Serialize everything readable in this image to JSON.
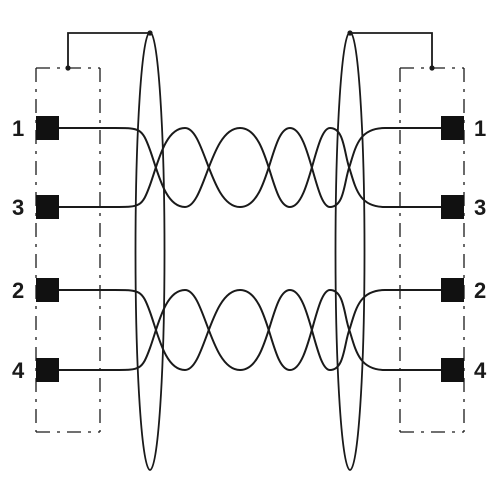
{
  "pins": {
    "left": [
      "1",
      "3",
      "2",
      "4"
    ],
    "right": [
      "1",
      "3",
      "2",
      "4"
    ]
  },
  "icons": {
    "connector": "square-terminal-icon",
    "shield": "cable-shield-ellipse-icon",
    "drain": "shield-drain-wire-icon"
  },
  "colors": {
    "line": "#1a1a1a",
    "terminal": "#111111",
    "background": "#ffffff"
  }
}
